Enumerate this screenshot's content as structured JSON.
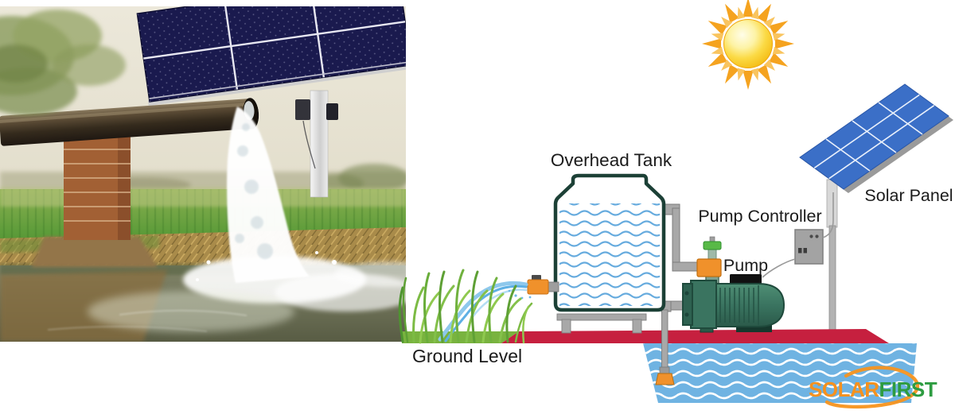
{
  "diagram": {
    "labels": {
      "overhead_tank": "Overhead Tank",
      "pump_controller": "Pump Controller",
      "pump": "Pump",
      "solar_panel": "Solar Panel",
      "ground_level": "Ground Level"
    },
    "colors": {
      "ground_red": "#c6203f",
      "ground_green": "#79b33f",
      "pool_blue": "#6fb3e2",
      "tank_outline": "#1c4036",
      "tank_wave_blue": "#66abde",
      "pool_wave_white": "#ffffff",
      "pump_green": "#3a7460",
      "fitting_orange": "#f0912b",
      "panel_blue": "#3b6fc7",
      "metal_gray": "#a8a8a8",
      "sun_ray_long": "#f5a31f",
      "sun_ray_short": "#f9c45e"
    }
  },
  "logo": {
    "part1": "SOLAR",
    "part2": "FIRST",
    "color1": "#f5911e",
    "color2": "#2e9c41",
    "swoosh": "#f7941d"
  }
}
